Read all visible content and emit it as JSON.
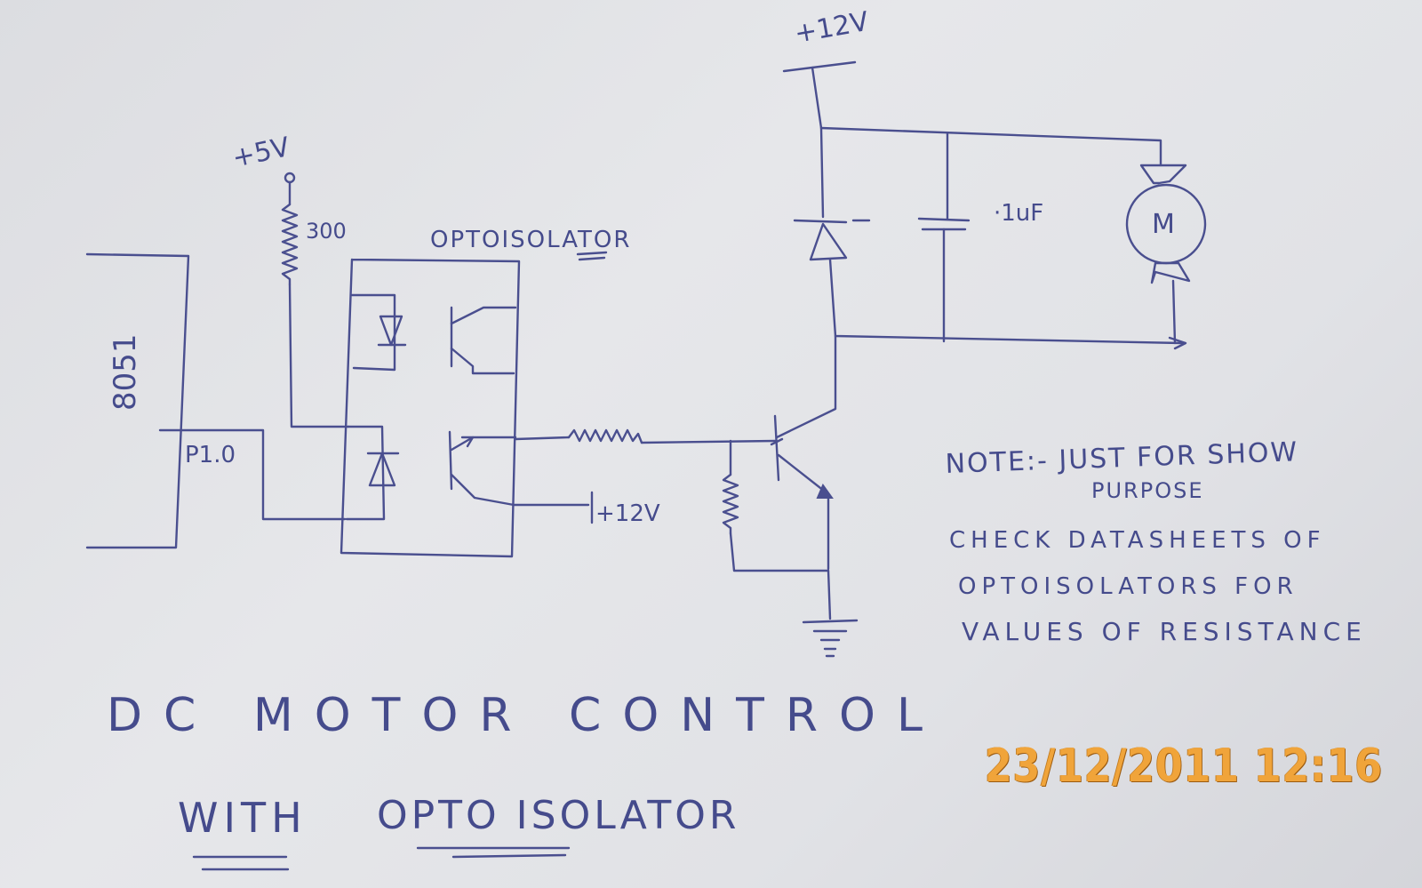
{
  "labels": {
    "supply_5v": "+5V",
    "resistor_300": "300",
    "optoisolator": "OPTOISOLATOR",
    "mcu": "8051",
    "pin": "P1.0",
    "supply_12v_top": "+12V",
    "supply_12v_collector": "+12V",
    "capacitor": "·1uF",
    "motor": "M"
  },
  "note": {
    "line1": "NOTE:- JUST FOR SHOW",
    "line2": "PURPOSE",
    "line3": "CHECK DATASHEETS OF",
    "line4": "OPTOISOLATORS FOR",
    "line5": "VALUES OF RESISTANCE"
  },
  "title": {
    "line1": "DC MOTOR CONTROL",
    "line2_a": "WITH",
    "line2_b": "OPTO ISOLATOR"
  },
  "timestamp": "23/12/2011 12:16",
  "colors": {
    "ink": "#4a4f8f",
    "paper": "#e1e2e6",
    "timestamp": "#f0a43a"
  }
}
